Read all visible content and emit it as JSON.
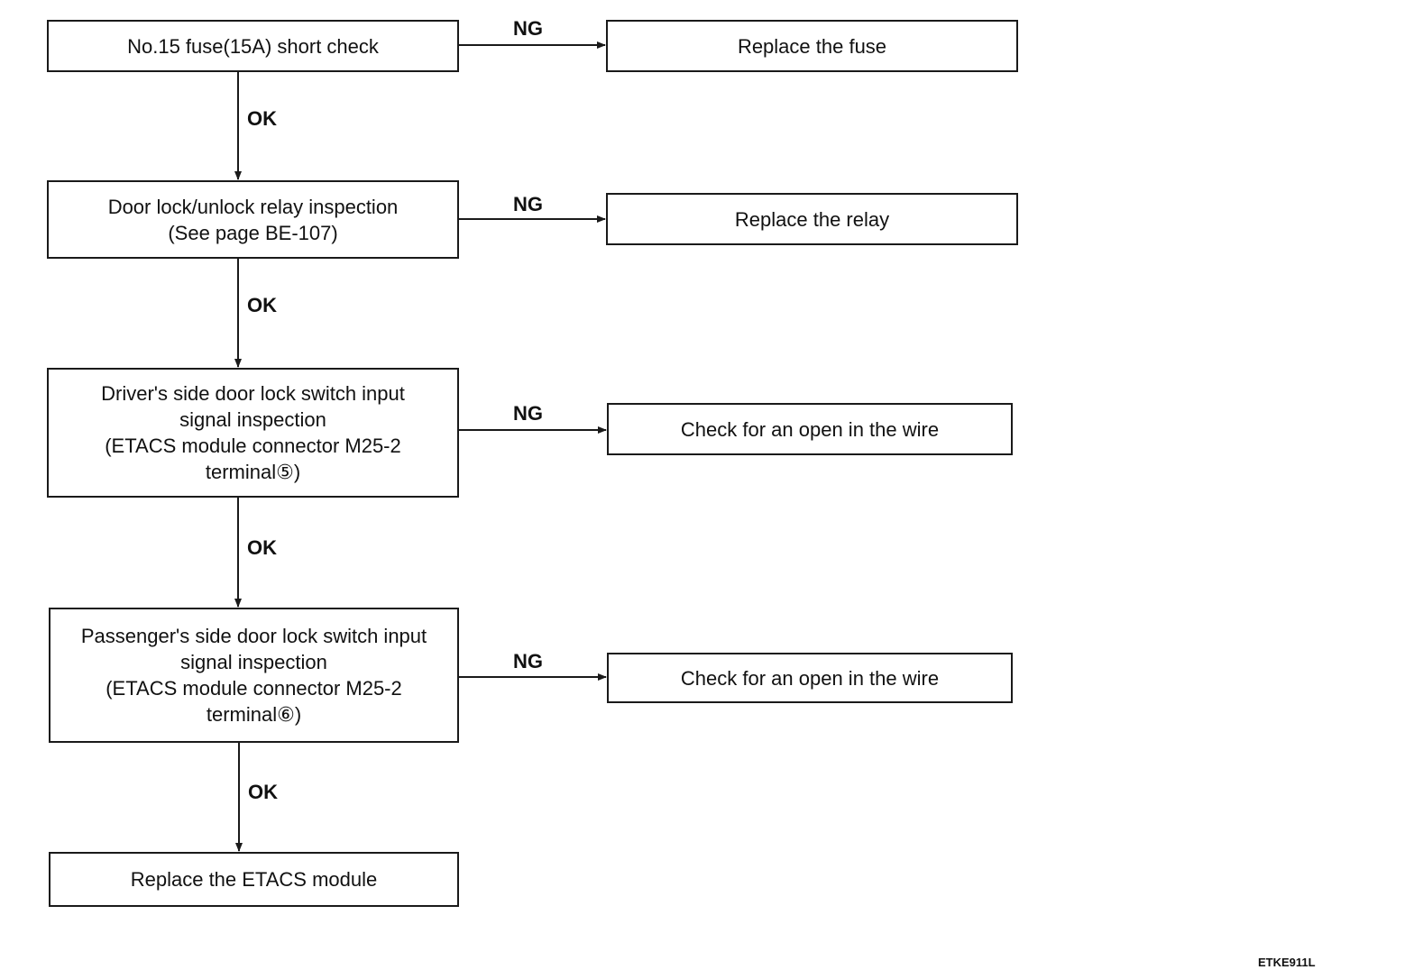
{
  "steps": [
    {
      "lines": [
        "No.15 fuse(15A) short check"
      ]
    },
    {
      "lines": [
        "Door lock/unlock relay inspection",
        "(See page BE-107)"
      ]
    },
    {
      "lines": [
        "Driver's side door lock switch input",
        "signal inspection",
        "(ETACS module connector M25-2",
        "terminal⑤)"
      ]
    },
    {
      "lines": [
        "Passenger's side door lock switch input",
        "signal inspection",
        "(ETACS module connector M25-2",
        "terminal⑥)"
      ]
    },
    {
      "lines": [
        "Replace the ETACS module"
      ]
    }
  ],
  "ng_results": [
    {
      "lines": [
        "Replace the fuse"
      ]
    },
    {
      "lines": [
        "Replace the relay"
      ]
    },
    {
      "lines": [
        "Check for an open in the wire"
      ]
    },
    {
      "lines": [
        "Check for an open in the wire"
      ]
    }
  ],
  "branch_labels": {
    "ok": "OK",
    "ng": "NG"
  },
  "figure_code": "ETKE911L"
}
